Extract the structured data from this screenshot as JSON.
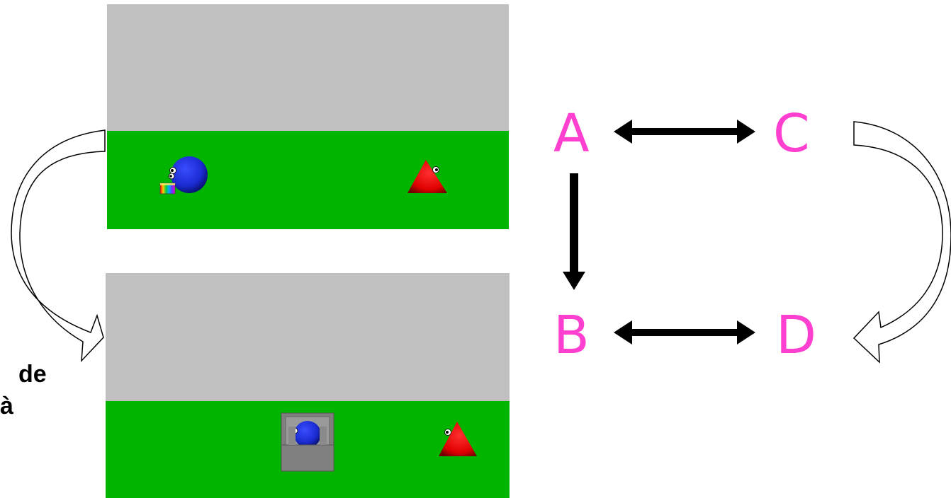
{
  "diagram": {
    "labels": {
      "a": "A",
      "b": "B",
      "c": "C",
      "d": "D"
    },
    "label_color": "#ff3fcf",
    "side_text": {
      "line1": "de",
      "line2": "à"
    },
    "colors": {
      "sky": "#c0c0c0",
      "ground": "#00b400",
      "ball": "#1a2bd0",
      "triangle": "#e00000",
      "box": "#8a8a8a",
      "arrow": "#000000"
    }
  }
}
